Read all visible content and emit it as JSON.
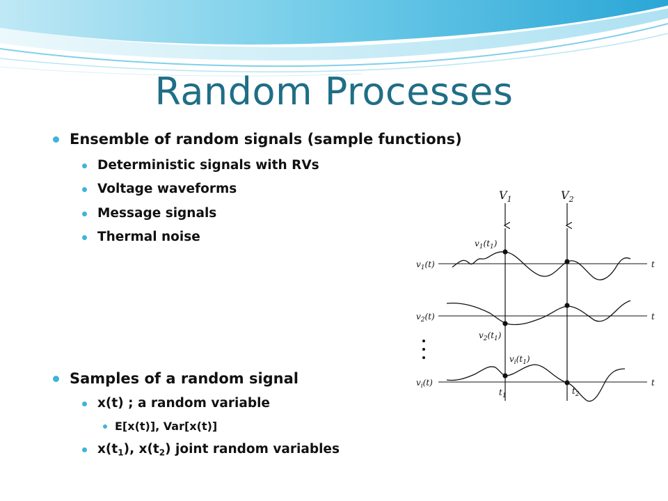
{
  "slide": {
    "title": "Random Processes",
    "accent_color": "#3fb3d9",
    "title_color": "#1f6e86"
  },
  "bullets": [
    {
      "text": "Ensemble of random signals (sample functions)",
      "children": [
        {
          "text": "Deterministic signals with RVs"
        },
        {
          "text": "Voltage waveforms"
        },
        {
          "text": "Message signals"
        },
        {
          "text": "Thermal noise"
        }
      ]
    },
    {
      "text": "Samples of a random signal",
      "children": [
        {
          "text": "x(t) ; a random variable",
          "children": [
            {
              "text": "E[x(t)], Var[x(t)]"
            }
          ]
        },
        {
          "text": "x(t",
          "sub1": "1",
          "mid": "), x(t",
          "sub2": "2",
          "end": ") joint random variables"
        }
      ]
    }
  ],
  "figure": {
    "markers": [
      "V1",
      "V2"
    ],
    "point_labels": [
      "v1(t1)",
      "v2(t1)",
      "vi(t1)"
    ],
    "row_labels": [
      "v1(t)",
      "v2(t)",
      "vi(t)"
    ],
    "axis_label": "t",
    "time_labels": [
      "t1",
      "t2"
    ]
  }
}
